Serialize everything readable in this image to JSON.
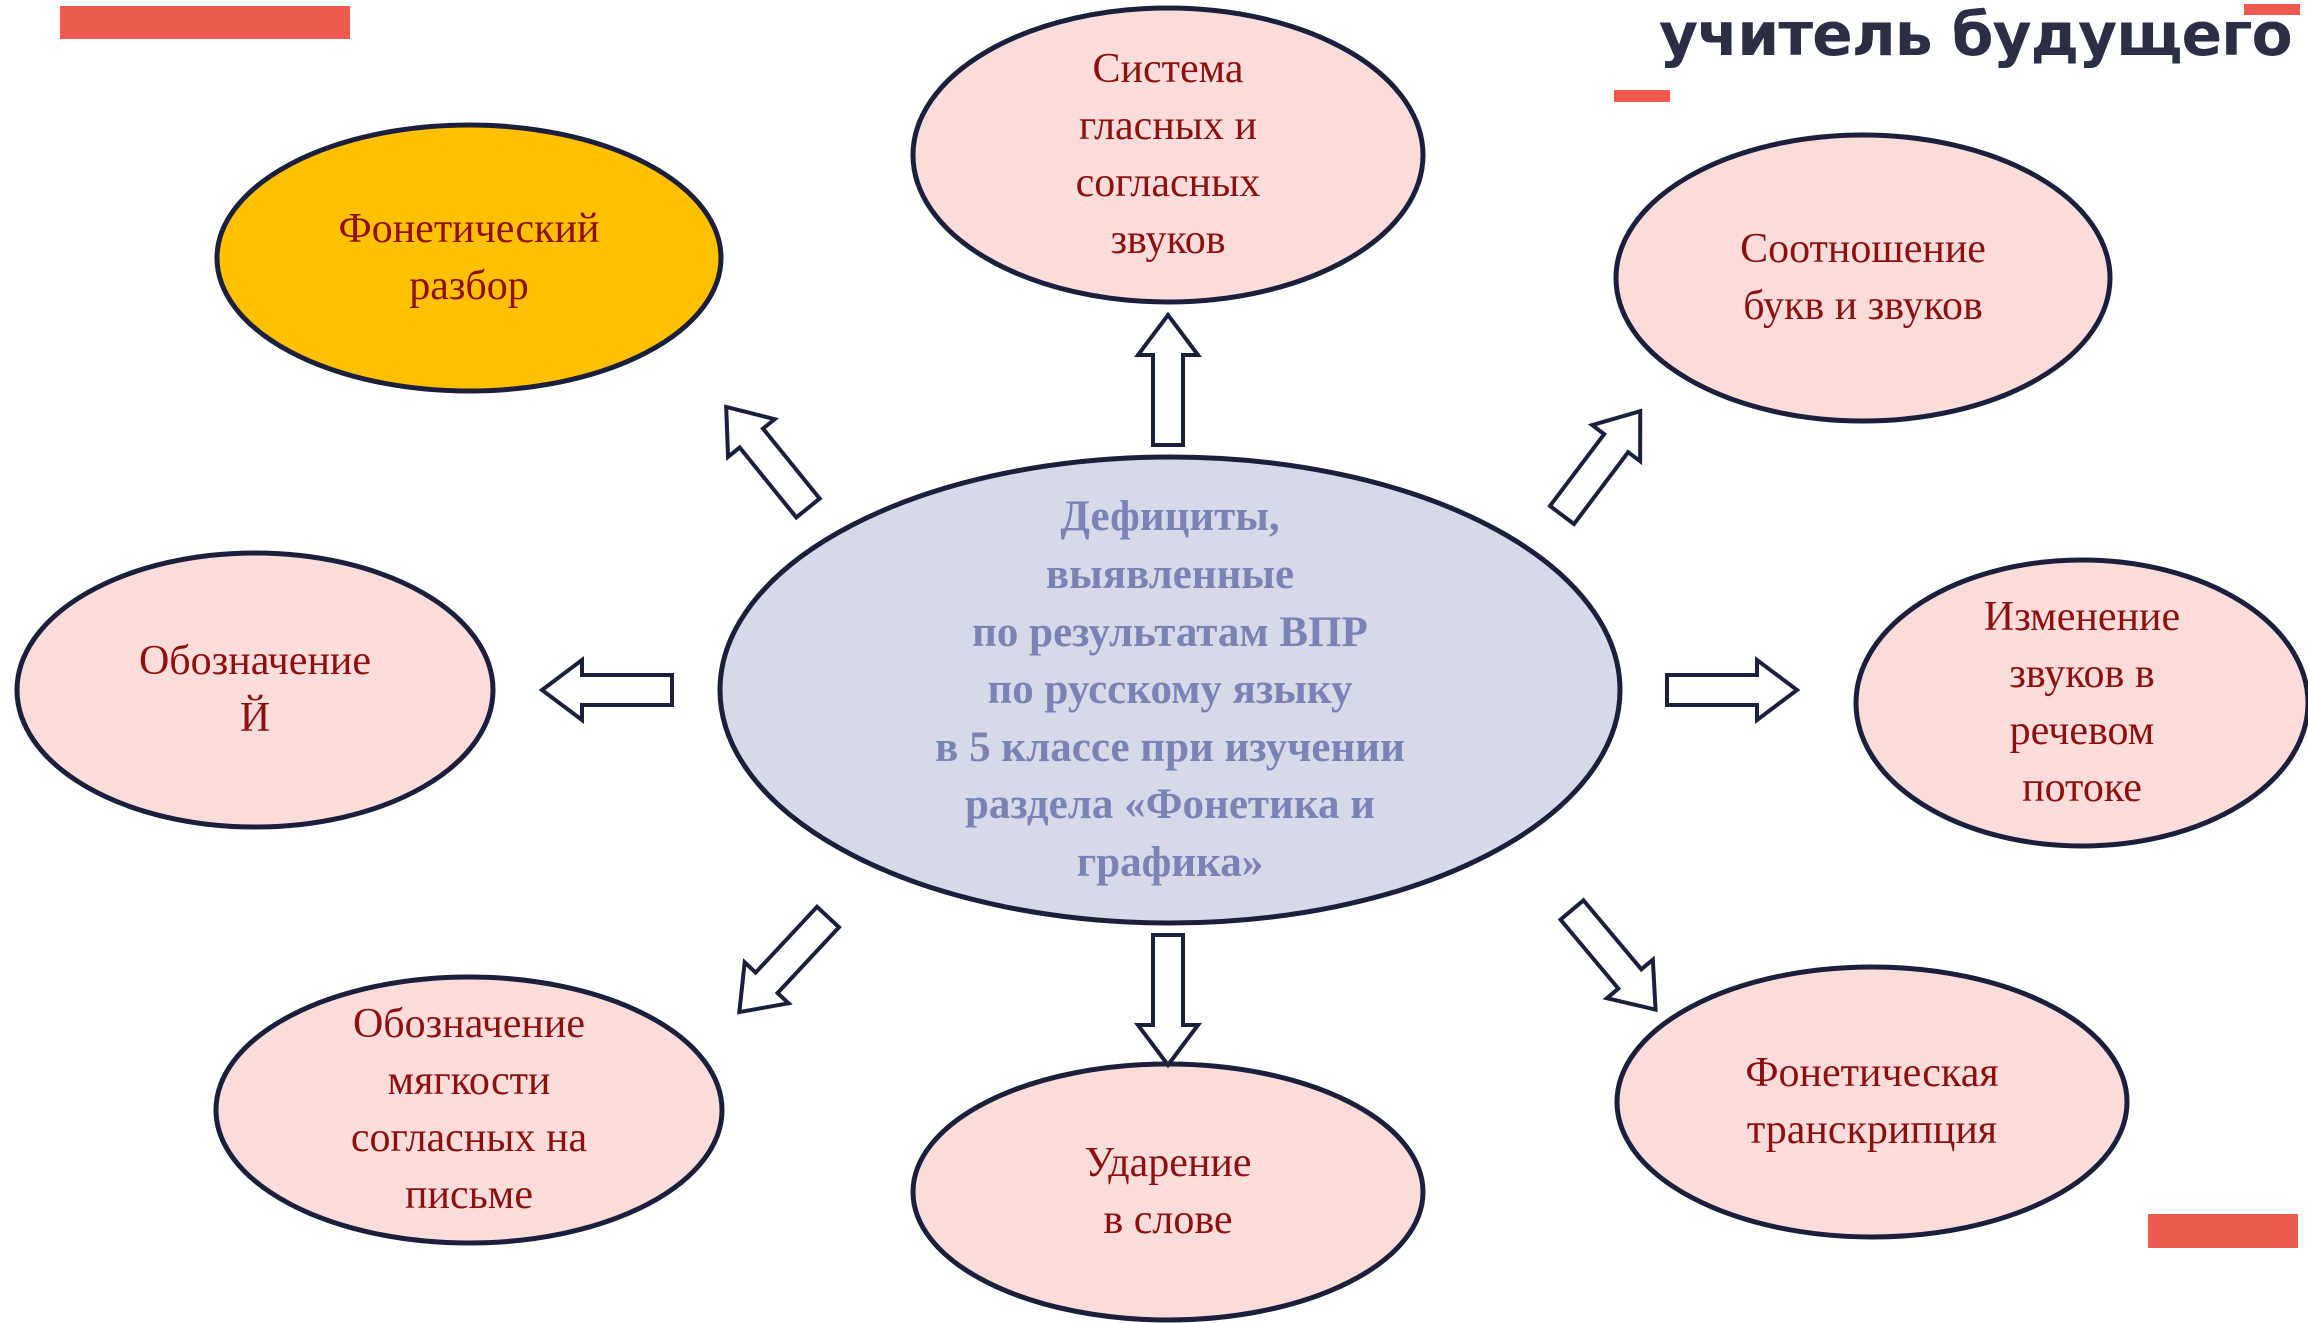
{
  "branding": {
    "logo_text": "учитель будущего",
    "accent_color": "#ee5a4c",
    "logo_color": "#2b2e45"
  },
  "colors": {
    "node_fill": "#fadcdb",
    "highlight_fill": "#ffc000",
    "center_fill": "#d6dae8",
    "node_text": "#8c1010",
    "center_text": "#7b82b5",
    "outline": "#1b1f3b"
  },
  "center": {
    "text": "Дефициты,\nвыявленные\nпо результатам ВПР\nпо русскому языку\nв 5 классе при изучении\nраздела «Фонетика и\nграфика»"
  },
  "nodes": {
    "vowels_consonants": "Система\nгласных и\nсогласных\nзвуков",
    "phonetic_analysis": "Фонетический\nразбор",
    "letters_sounds": "Соотношение\nбукв и звуков",
    "letter_y": "Обозначение\nЙ",
    "sound_changes": "Изменение\nзвуков в\nречевом\nпотоке",
    "softness": "Обозначение\nмягкости\nсогласных на\nписьме",
    "stress": "Ударение\nв слове",
    "transcription": "Фонетическая\nтранскрипция"
  }
}
